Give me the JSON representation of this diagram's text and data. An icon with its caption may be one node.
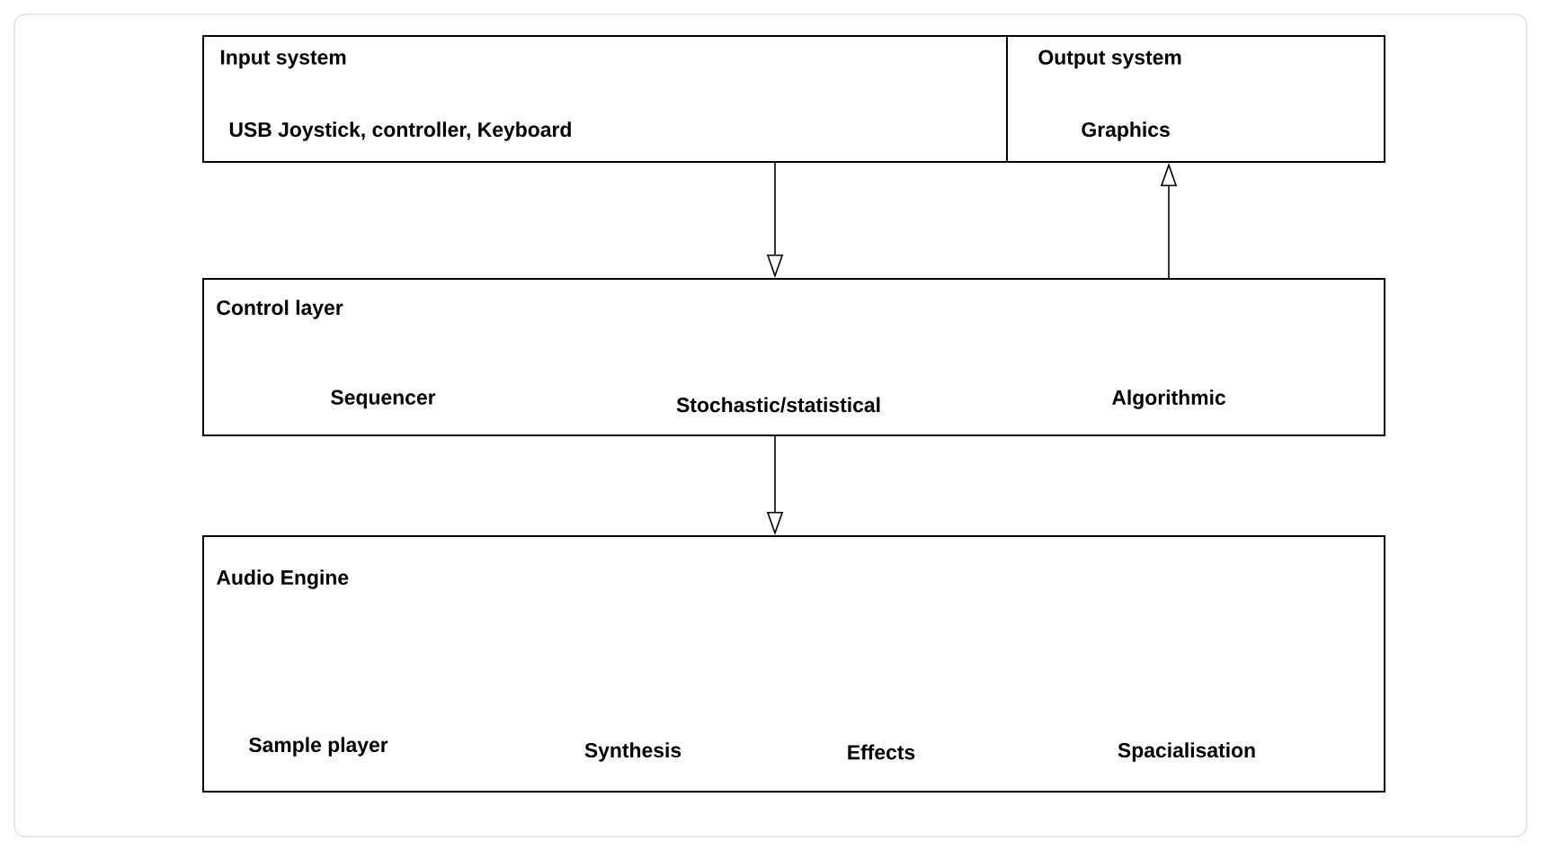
{
  "diagram": {
    "nodes": [
      {
        "text": [
          "Input system",
          "USB Joystick, controller, Keyboard"
        ]
      },
      {
        "text": [
          "Output system",
          "Graphics"
        ]
      },
      {
        "text": [
          "Control layer",
          "Sequencer",
          "Stochastic/statistical",
          "Algorithmic"
        ]
      },
      {
        "text": [
          "Audio Engine",
          "Sample player",
          "Synthesis",
          "Effects",
          "Spacialisation"
        ]
      }
    ],
    "edges": [
      {
        "from": 0,
        "to": 2,
        "arrow": "to"
      },
      {
        "from": 2,
        "to": 1,
        "arrow": "to"
      },
      {
        "from": 2,
        "to": 3,
        "arrow": "to"
      }
    ]
  }
}
